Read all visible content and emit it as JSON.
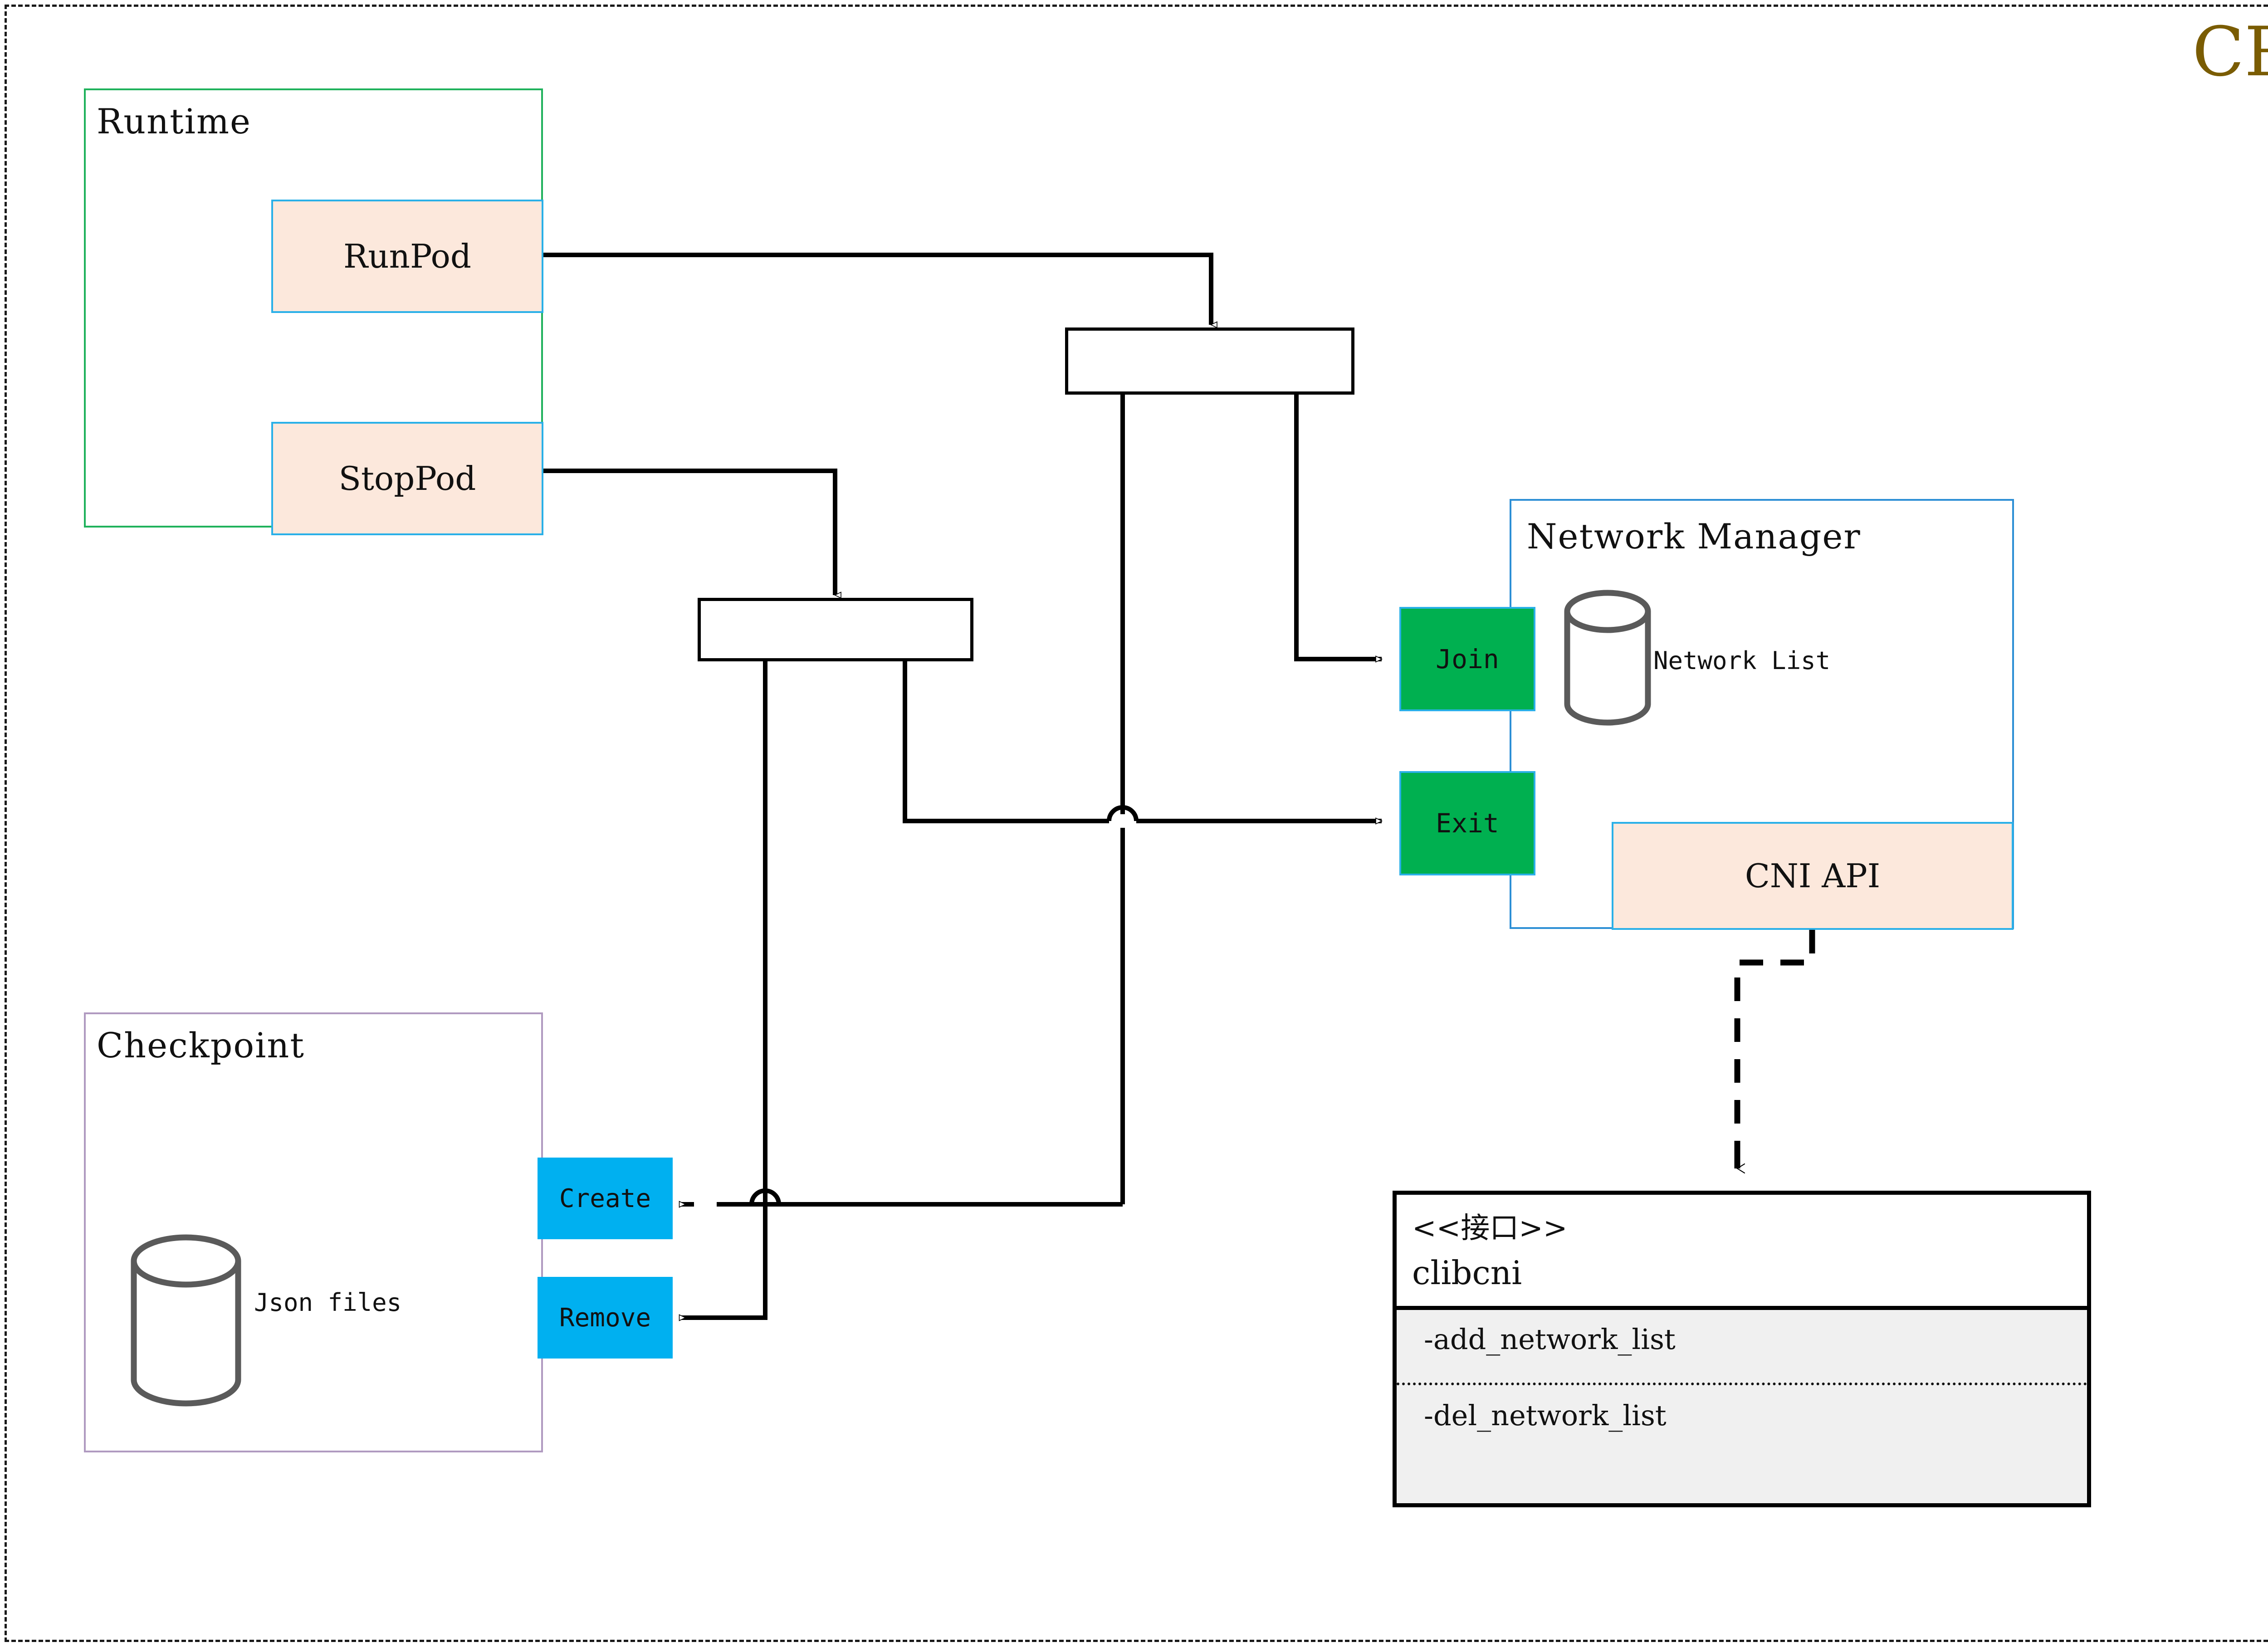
{
  "title": "CRI",
  "title_color": "#7a5c02",
  "colors": {
    "frame": "#1a1a1a",
    "runtime_border": "#20b25c",
    "checkpoint_border": "#b09ac0",
    "networkmanager_border": "#2d8fd5",
    "peach_fill": "#fce8dc",
    "peach_border": "#2ab0e8",
    "green_fill": "#00b050",
    "cyan_fill": "#00b0f0",
    "interface_fill": "#f0f0f0",
    "line": "#000000",
    "cylinder": "#5a5a5a"
  },
  "groups": {
    "runtime": {
      "label": "Runtime"
    },
    "checkpoint": {
      "label": "Checkpoint",
      "store_label": "Json files"
    },
    "network_manager": {
      "label": "Network Manager",
      "store_label": "Network List"
    }
  },
  "nodes": {
    "runpod": {
      "label": "RunPod"
    },
    "stoppod": {
      "label": "StopPod"
    },
    "join": {
      "label": "Join"
    },
    "exit": {
      "label": "Exit"
    },
    "create": {
      "label": "Create"
    },
    "remove": {
      "label": "Remove"
    },
    "cni_api": {
      "label": "CNI API"
    }
  },
  "interface": {
    "stereotype": "<<接口>>",
    "name": "clibcni",
    "operations": [
      "-add_network_list",
      "-del_network_list"
    ]
  }
}
